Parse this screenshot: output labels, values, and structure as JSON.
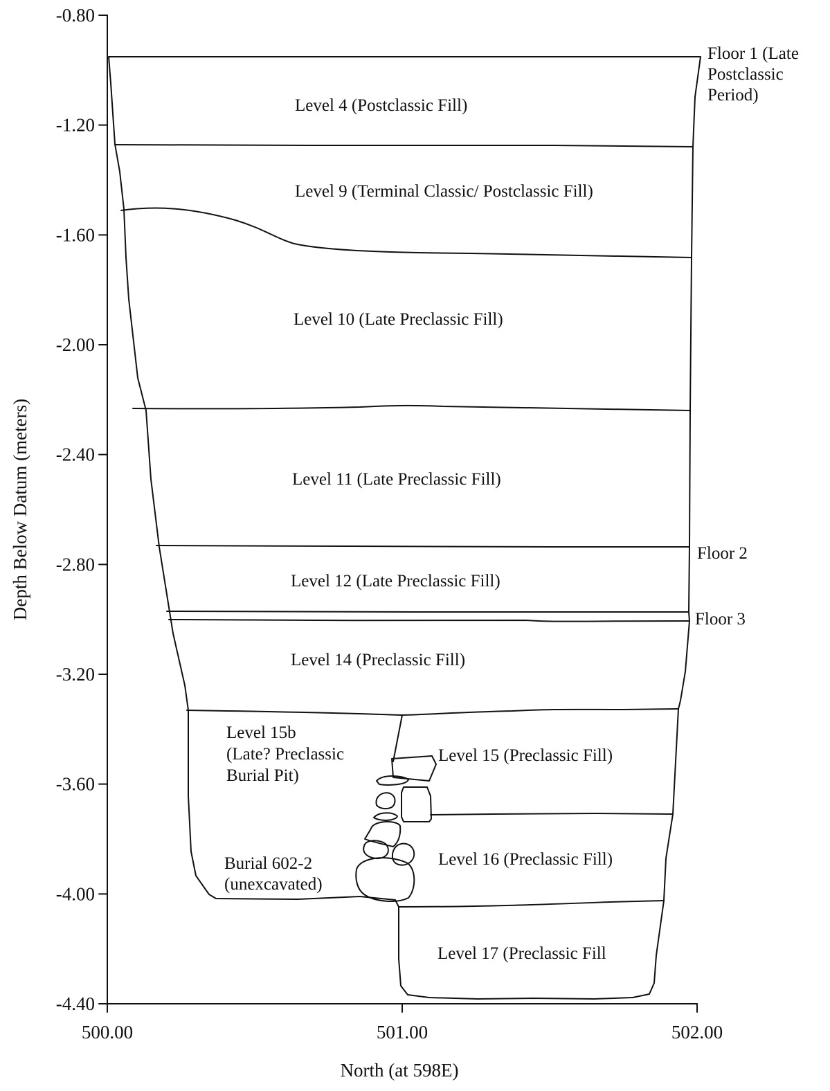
{
  "chart_data": {
    "type": "diagram",
    "title": "",
    "xlabel": "North (at 598E)",
    "ylabel": "Depth Below Datum (meters)",
    "x_ticks": [
      "500.00",
      "501.00",
      "502.00"
    ],
    "y_ticks": [
      "-0.80",
      "-1.20",
      "-1.60",
      "-2.00",
      "-2.40",
      "-2.80",
      "-3.20",
      "-3.60",
      "-4.00",
      "-4.40"
    ],
    "xlim": [
      500.0,
      502.0
    ],
    "ylim": [
      -4.4,
      -0.8
    ],
    "layers": [
      {
        "name": "level-4",
        "lines": [
          "Level 4 (Postclassic Fill)"
        ]
      },
      {
        "name": "level-9",
        "lines": [
          "Level 9 (Terminal Classic/ Postclassic Fill)"
        ]
      },
      {
        "name": "level-10",
        "lines": [
          "Level 10 (Late Preclassic Fill)"
        ]
      },
      {
        "name": "level-11",
        "lines": [
          "Level 11 (Late Preclassic Fill)"
        ]
      },
      {
        "name": "level-12",
        "lines": [
          "Level 12 (Late Preclassic Fill)"
        ]
      },
      {
        "name": "level-14",
        "lines": [
          "Level 14 (Preclassic Fill)"
        ]
      },
      {
        "name": "level-15b",
        "lines": [
          "Level 15b",
          "(Late? Preclassic",
          "Burial Pit)"
        ]
      },
      {
        "name": "level-15",
        "lines": [
          "Level 15 (Preclassic Fill)"
        ]
      },
      {
        "name": "level-16",
        "lines": [
          "Level 16 (Preclassic Fill)"
        ]
      },
      {
        "name": "burial-602-2",
        "lines": [
          "Burial 602-2",
          "(unexcavated)"
        ]
      },
      {
        "name": "level-17",
        "lines": [
          "Level 17 (Preclassic Fill"
        ]
      }
    ],
    "floors": [
      {
        "name": "floor-1",
        "lines": [
          "Floor 1 (Late",
          "Postclassic",
          "Period)"
        ]
      },
      {
        "name": "floor-2",
        "lines": [
          "Floor 2"
        ]
      },
      {
        "name": "floor-3",
        "lines": [
          "Floor 3"
        ]
      }
    ]
  }
}
